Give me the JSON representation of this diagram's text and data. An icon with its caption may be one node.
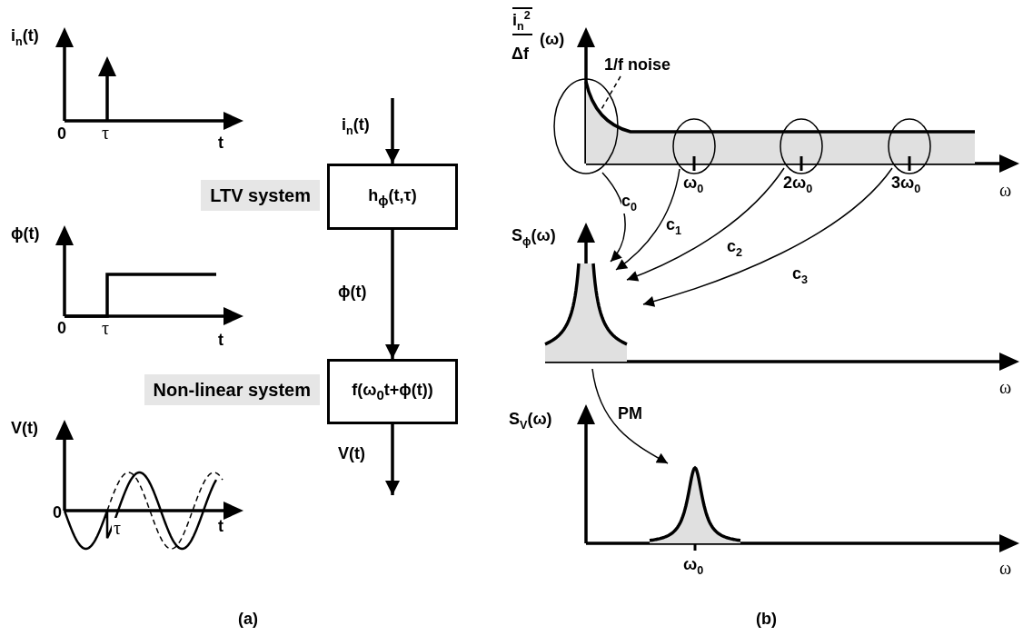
{
  "diagram": {
    "nodes": [
      {
        "text": [
          "h$_{ϕ}$(t,τ)"
        ],
        "beside": [
          "LTV system"
        ]
      },
      {
        "text": [
          "f(ω$_{0}$t+ϕ(t))"
        ],
        "beside": [
          "Non-linear system"
        ]
      },
      {
        "text": [
          "1/f noise"
        ]
      },
      {
        "text": [],
        "shape": "ellipse"
      },
      {
        "text": [],
        "shape": "ellipse"
      },
      {
        "text": [],
        "shape": "ellipse"
      },
      {
        "text": [],
        "shape": "ellipse"
      },
      {
        "text": [],
        "shape": "peak"
      },
      {
        "text": [],
        "shape": "peak"
      }
    ],
    "edges": [
      {
        "from": null,
        "to": 0,
        "arrow": "to",
        "label": "i$_{n}$(t)",
        "style": "thick"
      },
      {
        "from": 0,
        "to": 1,
        "arrow": "to",
        "label": "ϕ(t)",
        "style": "thick"
      },
      {
        "from": 1,
        "to": null,
        "arrow": "to",
        "label": "V(t)",
        "style": "thick"
      },
      {
        "from": 2,
        "to": 3,
        "arrow": "none",
        "style": "dashed"
      },
      {
        "from": 3,
        "to": 7,
        "arrow": "to",
        "label": "c$_{0}$"
      },
      {
        "from": 4,
        "to": 7,
        "arrow": "to",
        "label": "c$_{1}$"
      },
      {
        "from": 5,
        "to": 7,
        "arrow": "to",
        "label": "c$_{2}$"
      },
      {
        "from": 6,
        "to": 7,
        "arrow": "to",
        "label": "c$_{3}$"
      },
      {
        "from": 7,
        "to": 8,
        "arrow": "to",
        "label": "PM"
      }
    ],
    "labels": [
      "i$_{n}$(t)",
      "0",
      "τ",
      "t",
      "ϕ(t)",
      "0",
      "τ",
      "t",
      "V(t)",
      "0",
      "τ",
      "t",
      "i$_{n}$$^{2}$",
      "Δf",
      "(ω)",
      "ω$_{0}$",
      "2ω$_{0}$",
      "3ω$_{0}$",
      "ω",
      "S$_{ϕ}$(ω)",
      "ω",
      "S$_{V}$(ω)",
      "ω$_{0}$",
      "ω",
      "(a)",
      "(b)"
    ]
  }
}
